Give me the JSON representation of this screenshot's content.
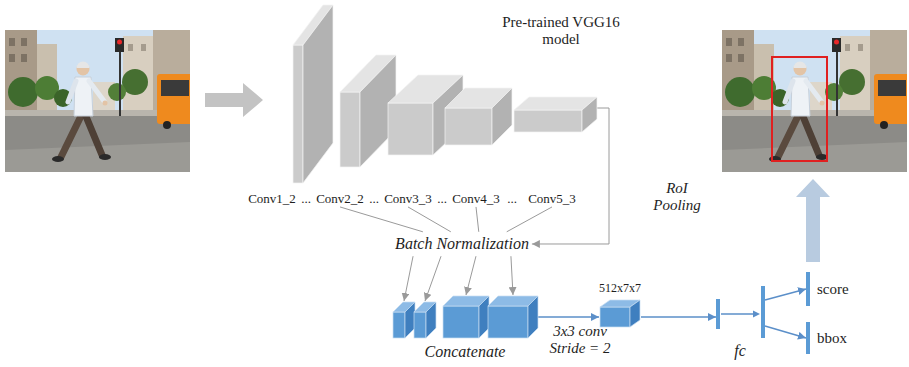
{
  "diagram": {
    "nodes": [
      {
        "text": [
          "Conv1_2"
        ]
      },
      {
        "text": [
          "Conv2_2"
        ]
      },
      {
        "text": [
          "Conv3_3"
        ]
      },
      {
        "text": [
          "Conv4_3"
        ]
      },
      {
        "text": [
          "Conv5_3"
        ]
      },
      {
        "text": [
          "Batch Normalization"
        ]
      },
      {
        "text": [
          "Concatenate"
        ]
      },
      {
        "text": [
          "512x7x7"
        ]
      },
      {
        "text": [
          "fc"
        ]
      },
      {
        "text": [
          "score"
        ]
      },
      {
        "text": [
          "bbox"
        ]
      }
    ],
    "edges": [
      {
        "from": 1,
        "to": 5,
        "arrow": "none"
      },
      {
        "from": 2,
        "to": 5,
        "arrow": "none"
      },
      {
        "from": 3,
        "to": 5,
        "arrow": "none"
      },
      {
        "from": 4,
        "to": 5,
        "arrow": "none"
      },
      {
        "from": 4,
        "to": 5,
        "label": "RoI Pooling",
        "arrow": "to"
      },
      {
        "from": 5,
        "to": 6,
        "arrow": "to"
      },
      {
        "from": 6,
        "to": 7,
        "label": "3x3 conv Stride = 2",
        "arrow": "to"
      },
      {
        "from": 7,
        "to": 8,
        "arrow": "to"
      },
      {
        "from": 8,
        "to": 9,
        "arrow": "to"
      },
      {
        "from": 8,
        "to": 10,
        "arrow": "to"
      }
    ],
    "labels": [
      "Pre-trained VGG16 model",
      "...",
      "...",
      "...",
      "..."
    ]
  }
}
